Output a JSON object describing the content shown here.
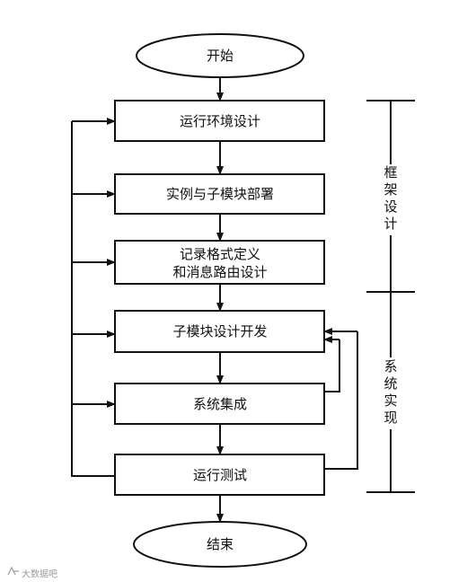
{
  "nodes": {
    "start": "开始",
    "env": "运行环境设计",
    "deploy": "实例与子模块部署",
    "record_line1": "记录格式定义",
    "record_line2": "和消息路由设计",
    "dev": "子模块设计开发",
    "integ": "系统集成",
    "test": "运行测试",
    "end": "结束"
  },
  "phases": {
    "framework": [
      "框",
      "架",
      "设",
      "计"
    ],
    "implementation": [
      "系",
      "统",
      "实",
      "现"
    ]
  },
  "watermark": "大数据吧",
  "colors": {
    "stroke": "#111111",
    "background": "#ffffff",
    "watermark": "#9a9a9a"
  }
}
